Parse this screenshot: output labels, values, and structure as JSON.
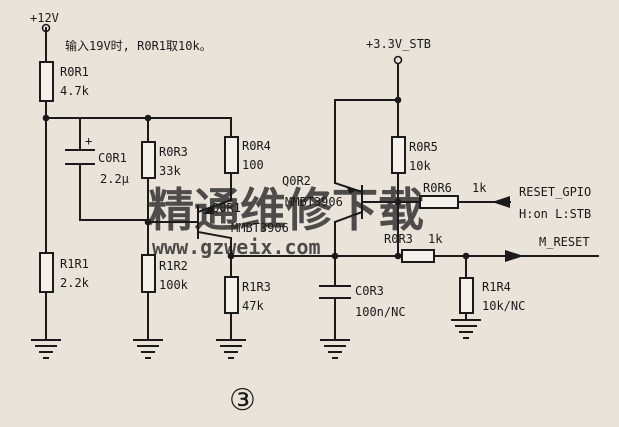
{
  "supply_12v": "+12V",
  "supply_33v": "+3.3V_STB",
  "note": "输入19V时, R0R1取10k。",
  "components": {
    "r0r1": {
      "name": "R0R1",
      "value": "4.7k"
    },
    "r1r1": {
      "name": "R1R1",
      "value": "2.2k"
    },
    "c0r1": {
      "name": "C0R1",
      "value": "2.2μ",
      "polarity": "+"
    },
    "r0r3": {
      "name": "R0R3",
      "value": "33k"
    },
    "r1r2": {
      "name": "R1R2",
      "value": "100k"
    },
    "r0r4": {
      "name": "R0R4",
      "value": "100"
    },
    "q0r1": {
      "name": "Q0R1",
      "value": "MMBT3906"
    },
    "r1r3": {
      "name": "R1R3",
      "value": "47k"
    },
    "q0r2": {
      "name": "Q0R2",
      "value": "MMBT3906"
    },
    "r0r5": {
      "name": "R0R5",
      "value": "10k"
    },
    "r0r6": {
      "name": "R0R6",
      "value": "1k"
    },
    "r0r3b": {
      "name": "R0R3",
      "value": "1k"
    },
    "c0r3": {
      "name": "C0R3",
      "value": "100n/NC"
    },
    "r1r4": {
      "name": "R1R4",
      "value": "10k/NC"
    }
  },
  "signals": {
    "reset_gpio": "RESET_GPIO",
    "reset_gpio_note": "H:on L:STB",
    "m_reset": "M_RESET"
  },
  "figure_number": "③",
  "watermark": {
    "cn": "精通维修下载",
    "url": "www.gzweix.com"
  }
}
